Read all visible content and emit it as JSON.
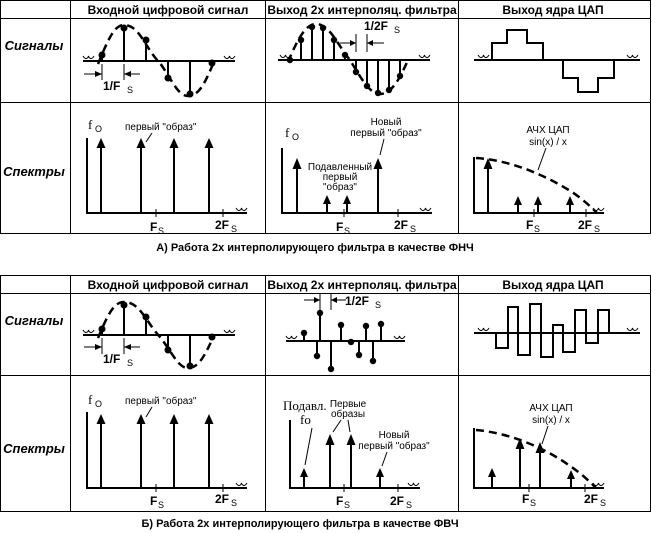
{
  "headers": {
    "input_signal": "Входной цифровой сигнал",
    "filter_output": "Выход 2х интерполяц. фильтра",
    "dac_output": "Выход ядра ЦАП"
  },
  "rows": {
    "signals": "Сигналы",
    "spectra": "Спектры"
  },
  "labels": {
    "fo": "f",
    "fo_sub": "O",
    "fs": "F",
    "fs_sub": "S",
    "two_fs": "2F",
    "period": "1/F",
    "half_period": "1/2F",
    "first_image": "первый \"образ\"",
    "new_line1": "Новый",
    "new_line2": "первый \"образ\"",
    "suppressed_l1": "Подавленный",
    "suppressed_l2": "первый",
    "suppressed_l3": "\"образ\"",
    "dac_resp_l1": "АЧХ ЦАП",
    "dac_resp_l2": "sin(x) / x",
    "hpf_suppressed_l1": "Подавл.",
    "hpf_suppressed_l2": "fo",
    "hpf_first_l1": "Первые",
    "hpf_first_l2": "образы"
  },
  "captions": {
    "a": "А) Работа 2х  интерполирующего фильтра в качестве ФНЧ",
    "b": "Б) Работа 2х интерполирующего фильтра в качестве ФВЧ"
  }
}
